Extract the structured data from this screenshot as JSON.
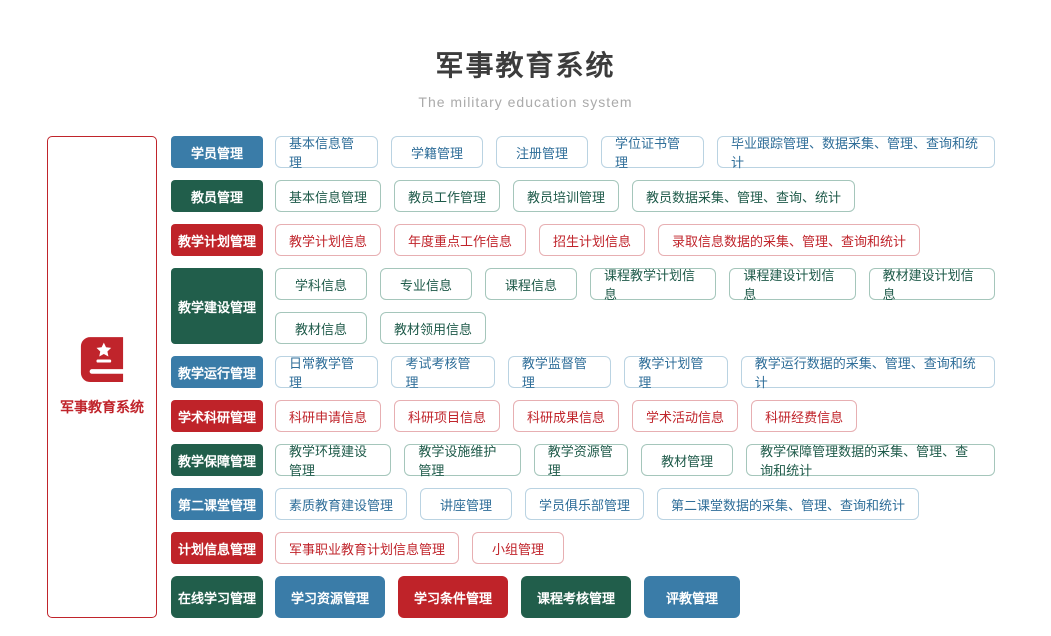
{
  "header": {
    "title": "军事教育系统",
    "subtitle": "The military education system"
  },
  "root": {
    "label": "军事教育系统",
    "icon": "red-book-star-icon"
  },
  "colors": {
    "blue": "#3a7ca8",
    "green": "#215e4b",
    "red": "#bf2329",
    "root_border_red": "#c0242b",
    "subtitle_gray": "#aaaaaa"
  },
  "rows": [
    {
      "parent": {
        "label": "学员管理",
        "color": "blue"
      },
      "lines": [
        [
          "基本信息管理",
          "学籍管理",
          "注册管理",
          "学位证书管理",
          "毕业跟踪管理、数据采集、管理、查询和统计"
        ]
      ]
    },
    {
      "parent": {
        "label": "教员管理",
        "color": "green"
      },
      "lines": [
        [
          "基本信息管理",
          "教员工作管理",
          "教员培训管理",
          "教员数据采集、管理、查询、统计"
        ]
      ]
    },
    {
      "parent": {
        "label": "教学计划管理",
        "color": "red"
      },
      "lines": [
        [
          "教学计划信息",
          "年度重点工作信息",
          "招生计划信息",
          "录取信息数据的采集、管理、查询和统计"
        ]
      ]
    },
    {
      "parent": {
        "label": "教学建设管理",
        "color": "green"
      },
      "lines": [
        [
          "学科信息",
          "专业信息",
          "课程信息",
          "课程教学计划信息",
          "课程建设计划信息",
          "教材建设计划信息"
        ],
        [
          "教材信息",
          "教材领用信息"
        ]
      ]
    },
    {
      "parent": {
        "label": "教学运行管理",
        "color": "blue"
      },
      "lines": [
        [
          "日常教学管理",
          "考试考核管理",
          "教学监督管理",
          "教学计划管理",
          "教学运行数据的采集、管理、查询和统计"
        ]
      ]
    },
    {
      "parent": {
        "label": "学术科研管理",
        "color": "red"
      },
      "lines": [
        [
          "科研申请信息",
          "科研项目信息",
          "科研成果信息",
          "学术活动信息",
          "科研经费信息"
        ]
      ]
    },
    {
      "parent": {
        "label": "教学保障管理",
        "color": "green"
      },
      "lines": [
        [
          "教学环境建设管理",
          "教学设施维护管理",
          "教学资源管理",
          "教材管理",
          "教学保障管理数据的采集、管理、查询和统计"
        ]
      ]
    },
    {
      "parent": {
        "label": "第二课堂管理",
        "color": "blue"
      },
      "lines": [
        [
          "素质教育建设管理",
          "讲座管理",
          "学员俱乐部管理",
          "第二课堂数据的采集、管理、查询和统计"
        ]
      ]
    },
    {
      "parent": {
        "label": "计划信息管理",
        "color": "red"
      },
      "lines": [
        [
          "军事职业教育计划信息管理",
          "小组管理"
        ]
      ]
    },
    {
      "parent": {
        "label": "在线学习管理",
        "color": "green"
      },
      "children": [
        {
          "label": "学习资源管理",
          "color": "blue"
        },
        {
          "label": "学习条件管理",
          "color": "red"
        },
        {
          "label": "课程考核管理",
          "color": "green"
        },
        {
          "label": "评教管理",
          "color": "blue"
        }
      ]
    }
  ]
}
